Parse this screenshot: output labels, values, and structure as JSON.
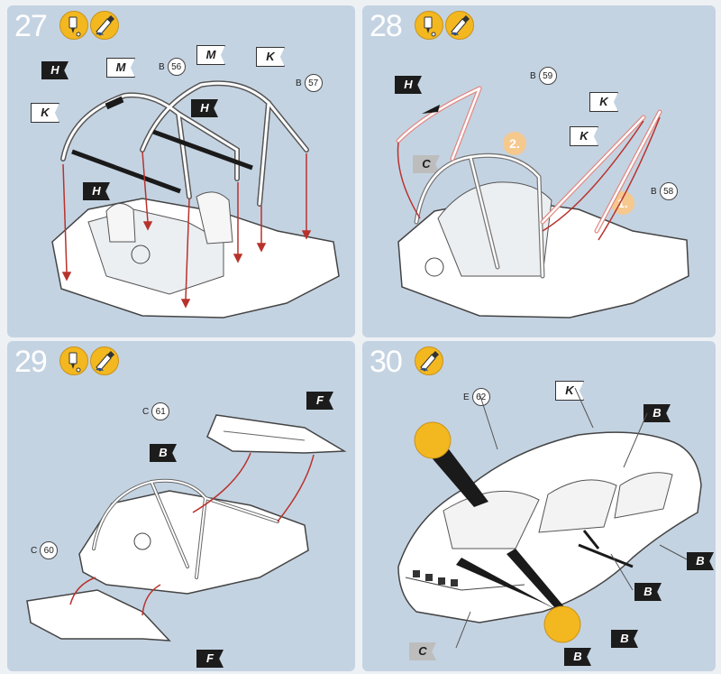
{
  "steps": [
    {
      "number": "27",
      "refs": [
        {
          "prefix": "B",
          "part": "56"
        },
        {
          "prefix": "B",
          "part": "57"
        }
      ],
      "flags": [
        "H",
        "M",
        "M",
        "K",
        "K",
        "H",
        "H"
      ]
    },
    {
      "number": "28",
      "refs": [
        {
          "prefix": "B",
          "part": "59"
        },
        {
          "prefix": "B",
          "part": "58"
        }
      ],
      "flags": [
        "H",
        "C",
        "K",
        "K"
      ],
      "sequence": [
        "2.",
        "1."
      ]
    },
    {
      "number": "29",
      "refs": [
        {
          "prefix": "C",
          "part": "61"
        },
        {
          "prefix": "C",
          "part": "60"
        }
      ],
      "flags": [
        "F",
        "B",
        "F"
      ]
    },
    {
      "number": "30",
      "refs": [
        {
          "prefix": "E",
          "part": "62"
        }
      ],
      "flags": [
        "K",
        "B",
        "B",
        "B",
        "B",
        "B",
        "C"
      ]
    }
  ],
  "icons": {
    "glue": "glue-icon",
    "paint": "paint-brush-icon",
    "accent": "#f3b820"
  }
}
